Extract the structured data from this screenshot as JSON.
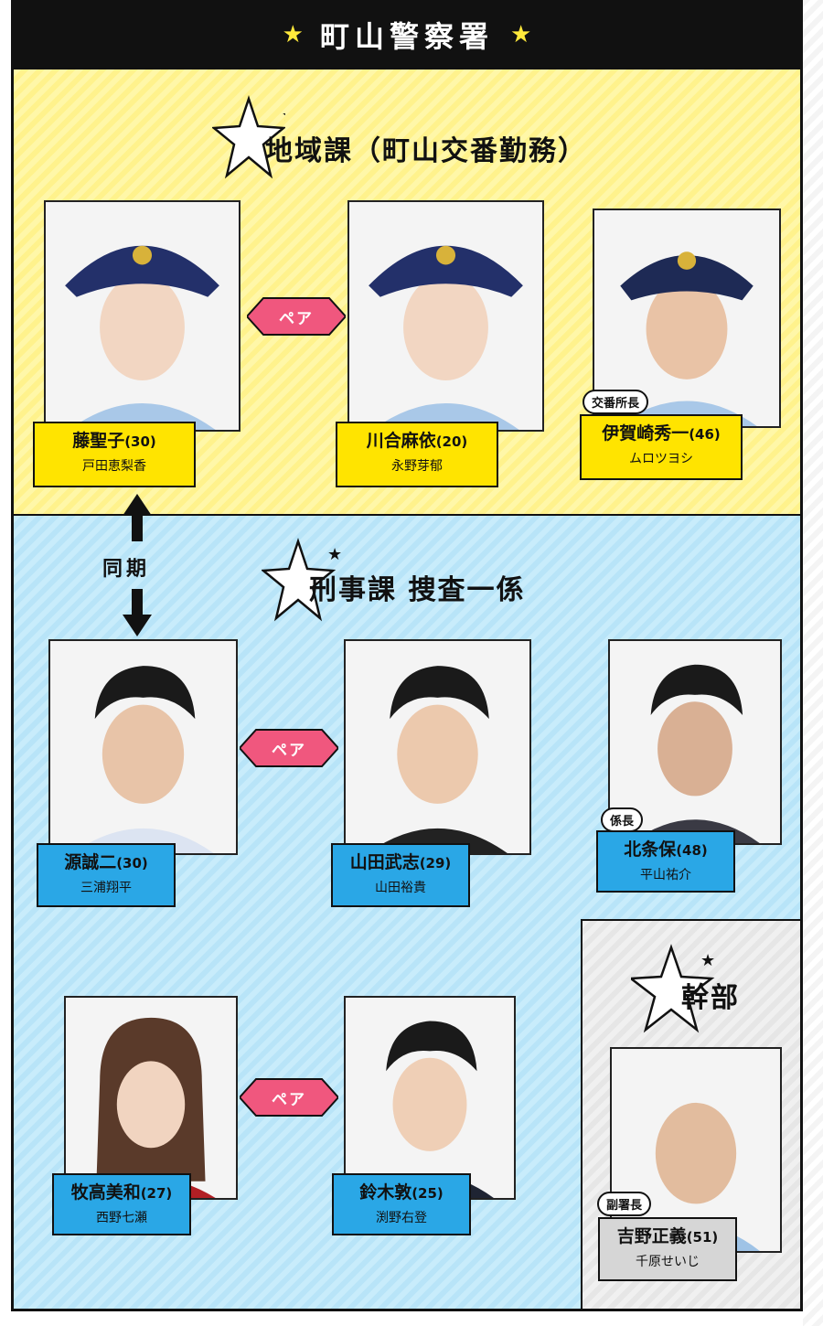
{
  "header": {
    "title": "町山警察署",
    "star_left": "★",
    "star_right": "★"
  },
  "sections": {
    "chiiki": "地域課（町山交番勤務）",
    "keiji": "刑事課 捜査一係",
    "kanbu": "幹部"
  },
  "pair_label": "ペア",
  "doki_label": "同期",
  "people": [
    {
      "name": "藤聖子",
      "age": "(30)",
      "actor": "戸田恵梨香",
      "role": ""
    },
    {
      "name": "川合麻依",
      "age": "(20)",
      "actor": "永野芽郁",
      "role": ""
    },
    {
      "name": "伊賀崎秀一",
      "age": "(46)",
      "actor": "ムロツヨシ",
      "role": "交番所長"
    },
    {
      "name": "源誠二",
      "age": "(30)",
      "actor": "三浦翔平",
      "role": ""
    },
    {
      "name": "山田武志",
      "age": "(29)",
      "actor": "山田裕貴",
      "role": ""
    },
    {
      "name": "北条保",
      "age": "(48)",
      "actor": "平山祐介",
      "role": "係長"
    },
    {
      "name": "牧高美和",
      "age": "(27)",
      "actor": "西野七瀬",
      "role": ""
    },
    {
      "name": "鈴木敦",
      "age": "(25)",
      "actor": "渕野右登",
      "role": ""
    },
    {
      "name": "吉野正義",
      "age": "(51)",
      "actor": "千原せいじ",
      "role": "副署長"
    }
  ],
  "colors": {
    "yellow_bg": "#fff5a0",
    "blue_bg": "#c8ecfb",
    "gray_bg": "#ececec",
    "name_yellow": "#ffe400",
    "name_blue": "#2aa7e6",
    "name_gray": "#d6d6d6",
    "pair_pink": "#f0577e",
    "header": "#111111",
    "star": "#ffe93b"
  },
  "icons": [
    "star-icon",
    "arrow-up-icon",
    "arrow-down-icon",
    "person-photo"
  ]
}
